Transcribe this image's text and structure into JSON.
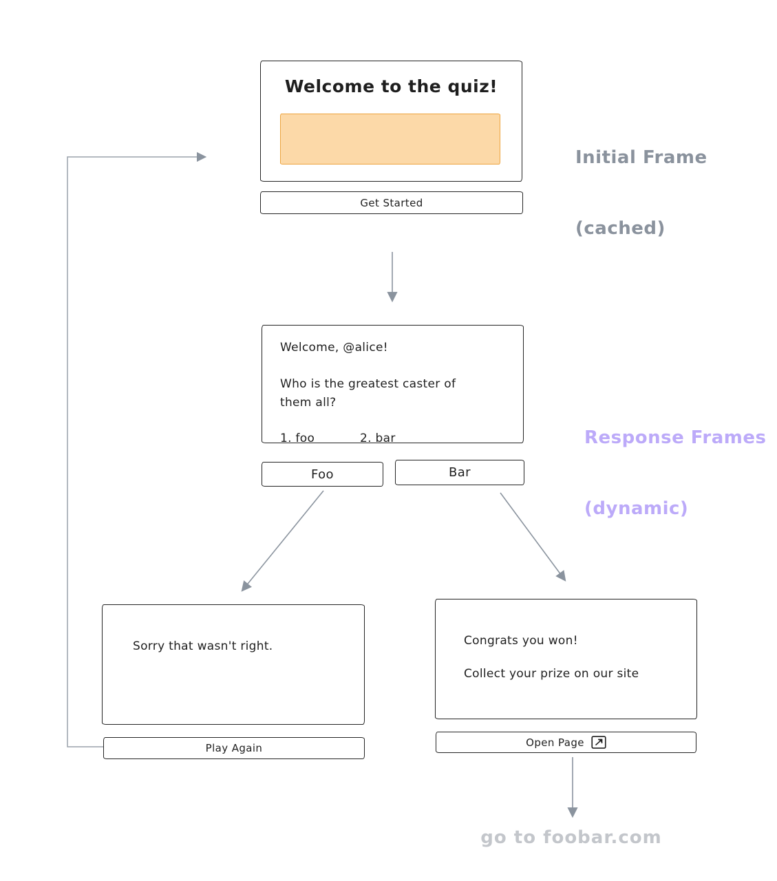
{
  "colors": {
    "background": "#ffffff",
    "frame_stroke": "#232323",
    "image_fill": "#fcd9a8",
    "image_stroke": "#eda33c",
    "arrow": "#8a939e",
    "annotation_gray": "#8a929d",
    "annotation_purple": "#bcaaf9",
    "goto_gray": "#c3c6cb"
  },
  "frames": {
    "initial": {
      "title": "Welcome to the quiz!",
      "image": "orange-placeholder-image",
      "button": "Get Started"
    },
    "question": {
      "greeting": "Welcome, @alice!",
      "question": "Who is the greatest caster of them all?",
      "option1": "1. foo",
      "option2": "2. bar",
      "buttons": [
        "Foo",
        "Bar"
      ]
    },
    "wrong": {
      "message": "Sorry that wasn't right.",
      "button": "Play Again"
    },
    "win": {
      "line1": "Congrats you won!",
      "line2": "Collect your prize on our site",
      "button": "Open Page",
      "button_icon": "external-link-icon"
    }
  },
  "annotations": {
    "initial": {
      "line1": "Initial Frame",
      "line2": "(cached)"
    },
    "response": {
      "line1": "Response Frames",
      "line2": "(dynamic)"
    },
    "goto": "go to foobar.com"
  },
  "arrows": [
    "get-started-to-question",
    "foo-to-wrong",
    "bar-to-win",
    "play-again-loop-to-initial",
    "open-page-to-goto"
  ]
}
